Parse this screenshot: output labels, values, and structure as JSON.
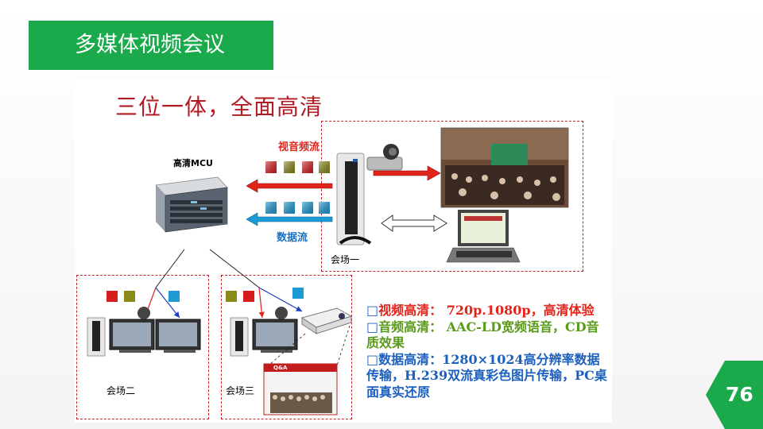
{
  "slide": {
    "title": "多媒体视频会议",
    "heading": "三位一体，全面高清",
    "page_number": "76"
  },
  "diagram": {
    "mcu_label": "高清MCU",
    "av_flow_label": "视音频流",
    "data_flow_label": "数据流",
    "venue1_label": "会场一",
    "venue2_label": "会场二",
    "venue3_label": "会场三",
    "qa_sign": "Q&A"
  },
  "features": [
    {
      "bullet": "□",
      "text": "视频高清： 720p.1080p，高清体验",
      "color": "#e2231a"
    },
    {
      "bullet": "□",
      "text": "音频高清： AAC-LD宽频语音，CD音质效果",
      "color": "#5a9a1a"
    },
    {
      "bullet": "□",
      "text": "数据高清：1280×1024高分辨率数据传输，H.239双流真彩色图片传输，PC桌面真实还原",
      "color": "#1b5fbf"
    }
  ],
  "colors": {
    "title_bar": "#1aaa4b",
    "heading": "#b21a22",
    "av_flow": "#e2231a",
    "data_flow": "#1b72c4",
    "dashed_border": "#c0272d"
  }
}
